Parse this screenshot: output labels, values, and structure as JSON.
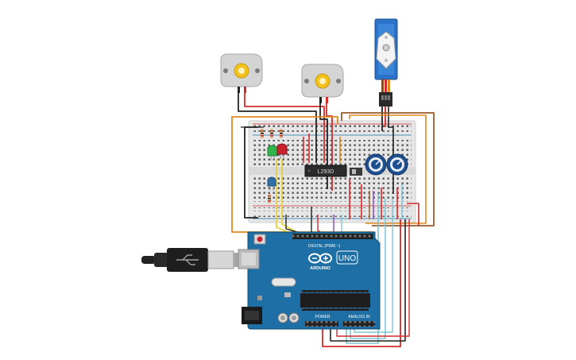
{
  "components": {
    "ic_label": "L293D",
    "board_logo": "ARDUINO",
    "board_model": "UNO",
    "digital_header_label": "DIGITAL (PWM ~)",
    "power_header_label": "POWER",
    "analog_header_label": "ANALOG IN"
  },
  "colors": {
    "background": "#ffffff",
    "board": "#1d6fa5",
    "breadboard": "#e6e6e6",
    "wire_orange": "#e08a1e",
    "wire_red": "#d42a2a",
    "wire_black": "#222222",
    "wire_yellow": "#e6cf2a",
    "wire_cyan": "#7fc6d6",
    "wire_brown": "#9a5a2b",
    "servo_body": "#2a73c8",
    "motor_shaft": "#f2c21b",
    "led_green": "#2fb54a",
    "led_red": "#c8232c",
    "led_blue": "#2f6ea6",
    "pot_knob": "#1d4f91"
  }
}
